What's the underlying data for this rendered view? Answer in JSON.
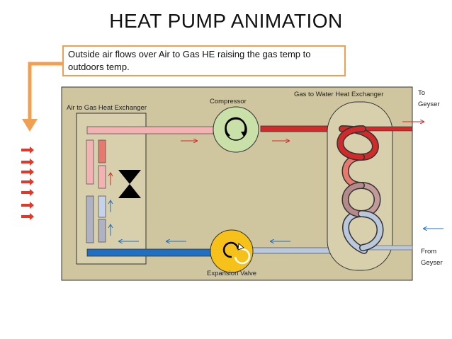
{
  "title": "HEAT PUMP ANIMATION",
  "note": "Outside air flows over Air to Gas HE raising the gas temp to outdoors temp.",
  "labels": {
    "air_to_gas": "Air to Gas Heat Exchanger",
    "compressor": "Compressor",
    "gas_to_water": "Gas to Water Heat Exchanger",
    "expansion_valve": "Expansion Valve",
    "to_geyser_1": "To",
    "to_geyser_2": "Geyser",
    "from_geyser_1": "From",
    "from_geyser_2": "Geyser"
  },
  "colors": {
    "panel": "#cfc6a0",
    "hot_pipe": "#d12a2a",
    "cold_pipe": "#1f6fc4",
    "warm_pipe": "#f3b3b3",
    "cool_pipe": "#b9c8dc",
    "compressor": "#c9e0a8",
    "valve": "#f6c21a",
    "note_border": "#f0a050",
    "air_arrow": "#e0392b"
  }
}
